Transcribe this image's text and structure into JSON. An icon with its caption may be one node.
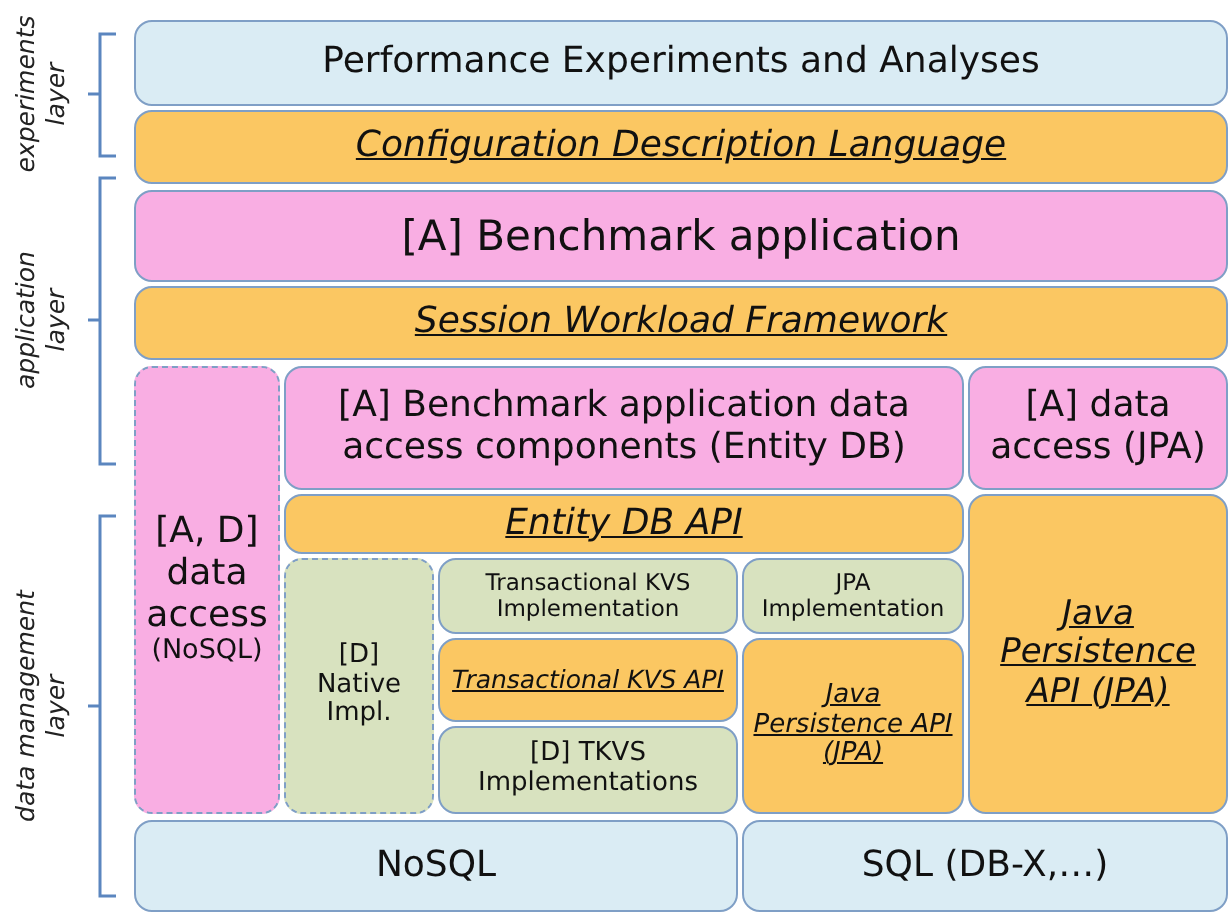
{
  "diagram": {
    "nodes": [
      {
        "text": [
          "Performance Experiments and Analyses"
        ]
      },
      {
        "text": [
          "Configuration Description Language"
        ]
      },
      {
        "text": [
          "[A] Benchmark application"
        ]
      },
      {
        "text": [
          "Session Workload Framework"
        ]
      },
      {
        "text": [
          "[A, D] data access",
          "(NoSQL)"
        ]
      },
      {
        "text": [
          "[A] Benchmark application data access components (Entity DB)"
        ]
      },
      {
        "text": [
          "[A] data access (JPA)"
        ]
      },
      {
        "text": [
          "Entity DB API"
        ]
      },
      {
        "text": [
          "Java Persistence API (JPA)"
        ]
      },
      {
        "text": [
          "[D] Native Impl."
        ]
      },
      {
        "text": [
          "Transactional KVS Implementation"
        ]
      },
      {
        "text": [
          "JPA Implementation"
        ]
      },
      {
        "text": [
          "Transactional KVS API"
        ]
      },
      {
        "text": [
          "Java Persistence API (JPA)"
        ]
      },
      {
        "text": [
          "[D] TKVS Implementations"
        ]
      },
      {
        "text": [
          "NoSQL"
        ]
      },
      {
        "text": [
          "SQL (DB-X,…)"
        ]
      }
    ],
    "labels": [
      "experiments layer",
      "application layer",
      "data management layer"
    ]
  }
}
